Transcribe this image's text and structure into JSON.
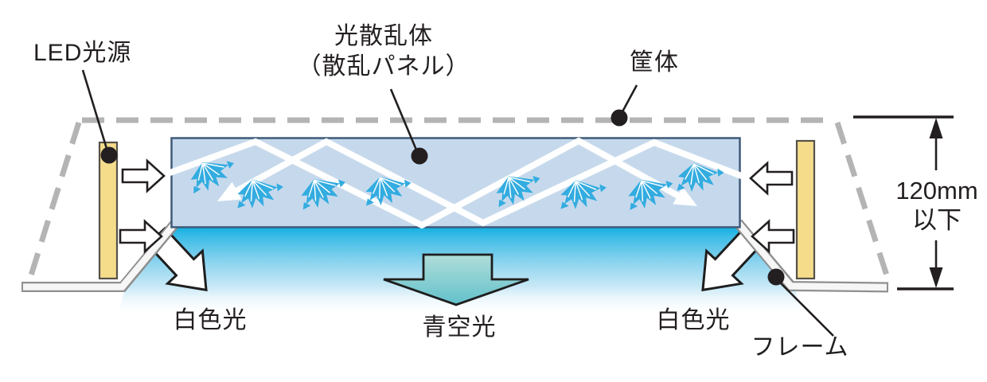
{
  "diagram": {
    "description_labels": {
      "led_source": "LED光源",
      "scatterer_line1": "光散乱体",
      "scatterer_line2": "（散乱パネル）",
      "housing": "筐体",
      "white_light_left": "白色光",
      "blue_sky_light": "青空光",
      "white_light_right": "白色光",
      "frame": "フレーム"
    },
    "dimension": {
      "line1": "120mm",
      "line2": "以下"
    },
    "icons": [
      "led-bar-left",
      "led-bar-right",
      "scatter-panel",
      "scatter-particle-icon",
      "light-ray-zigzag",
      "ray-arrowhead",
      "led-emission-arrow",
      "white-light-arrow-left",
      "white-light-arrow-right",
      "blue-sky-arrow",
      "housing-dashed-outline",
      "frame-strip-left",
      "frame-strip-right",
      "dimension-extent-arrow",
      "label-leader-dot"
    ],
    "colors": {
      "text_black": "#231f20",
      "panel_fill": "#c6d9ec",
      "panel_border": "#3e5a78",
      "scatter_icon_cyan": "#33ace0",
      "glow_cyan": "#12b0e2",
      "led_yellow": "#f4dc8b",
      "led_yellow_border": "#55514a",
      "housing_dash_gray": "#b4b4b4",
      "frame_gray_outline": "#8f8f8f",
      "frame_fill": "#f6f6f6",
      "teal_arrow_top": "#b2ded9",
      "teal_arrow_bottom": "#62c1cb",
      "ray_white": "#ffffff"
    }
  }
}
